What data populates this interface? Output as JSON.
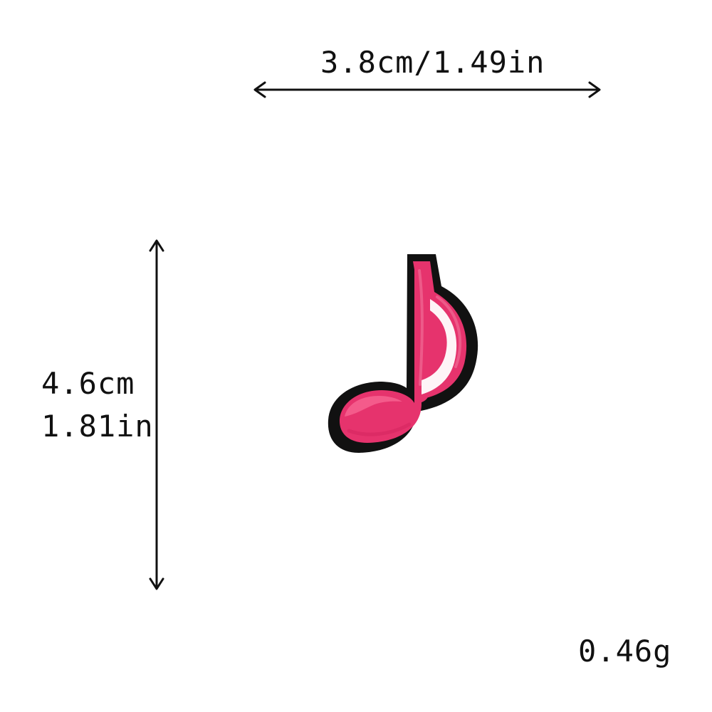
{
  "dimensions": {
    "width_label": "3.8cm/1.49in",
    "height_label_cm": "4.6cm",
    "height_label_in": "1.81in"
  },
  "product": {
    "weight_label": "0.46g",
    "item_icon": "music-note-icon",
    "fill_color": "#e6336d",
    "border_color": "#111111"
  }
}
